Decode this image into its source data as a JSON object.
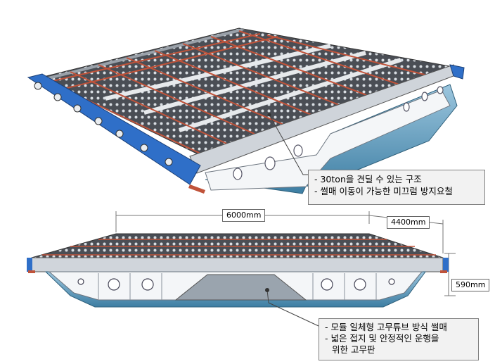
{
  "callout_top": {
    "line1": "- 30ton을 견딜 수 있는 구조",
    "line2": "- 썰매 이동이 가능한 미끄럼 방지요철"
  },
  "callout_bottom": {
    "line1": "- 모듈 일체형 고무튜브 방식 썰매",
    "line2": "- 넓은 접지 및 안정적인 운행을",
    "line3": "위한 고무판"
  },
  "dimensions": {
    "length": "6000mm",
    "width": "4400mm",
    "height": "590mm"
  },
  "colors": {
    "frame_blue": "#2f6fc8",
    "deck_dark": "#4a4e55",
    "rail_red": "#c0533a",
    "float_teal": "#5f9fbf",
    "beam_gray": "#cfd4da"
  }
}
